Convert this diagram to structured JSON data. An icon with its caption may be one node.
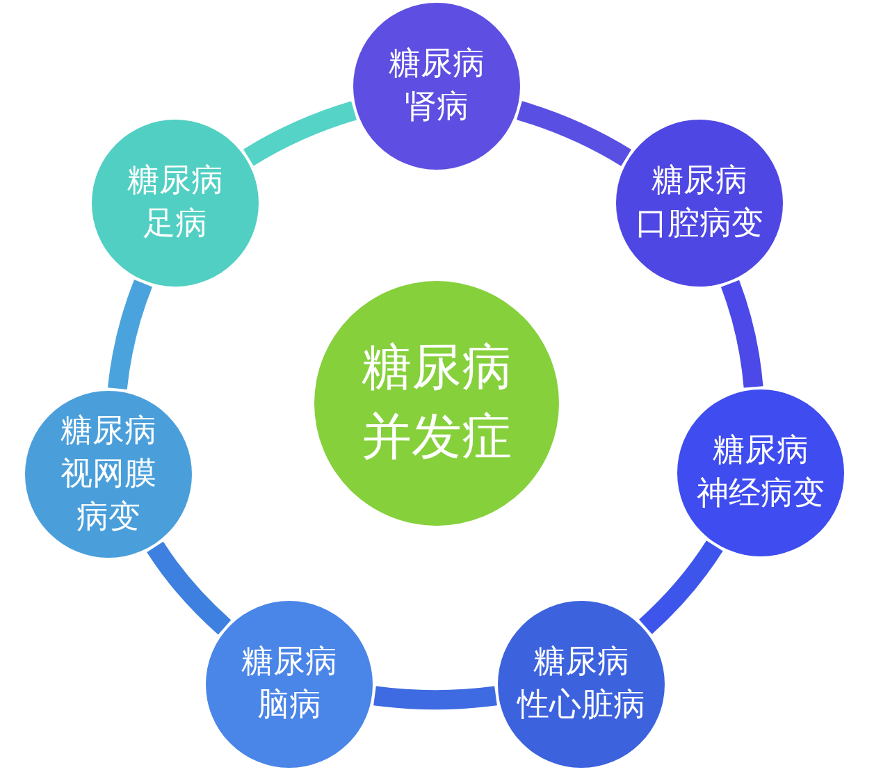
{
  "diagram": {
    "nodes": [
      {
        "text": [
          "糖尿病并发症"
        ]
      },
      {
        "text": [
          "糖尿病肾病"
        ]
      },
      {
        "text": [
          "糖尿病口腔病变"
        ]
      },
      {
        "text": [
          "糖尿病神经病变"
        ]
      },
      {
        "text": [
          "糖尿病性心脏病"
        ]
      },
      {
        "text": [
          "糖尿病脑病"
        ]
      },
      {
        "text": [
          "糖尿病视网膜病变"
        ]
      },
      {
        "text": [
          "糖尿病足病"
        ]
      }
    ],
    "edges": [
      {
        "from": 1,
        "to": 2,
        "arrow": "none",
        "color": "#5a4fe3"
      },
      {
        "from": 2,
        "to": 3,
        "arrow": "none",
        "color": "#4c49e8"
      },
      {
        "from": 3,
        "to": 4,
        "arrow": "none",
        "color": "#3d55eb"
      },
      {
        "from": 4,
        "to": 5,
        "arrow": "none",
        "color": "#3e6be2"
      },
      {
        "from": 5,
        "to": 6,
        "arrow": "none",
        "color": "#3d80e0"
      },
      {
        "from": 6,
        "to": 7,
        "arrow": "none",
        "color": "#4aa3dc"
      },
      {
        "from": 7,
        "to": 1,
        "arrow": "none",
        "color": "#55d3c7"
      }
    ]
  }
}
